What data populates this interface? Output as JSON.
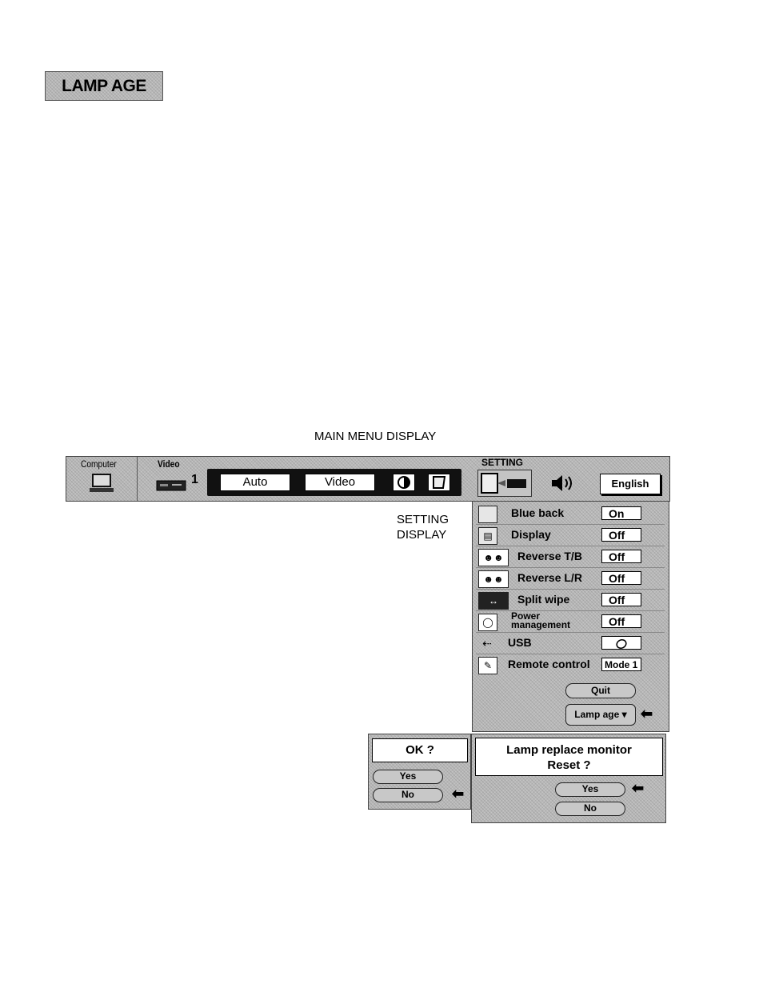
{
  "section_title": "LAMP AGE",
  "captions": {
    "main_menu": "MAIN MENU DISPLAY",
    "setting_line1": "SETTING",
    "setting_line2": "DISPLAY"
  },
  "menubar": {
    "computer_label": "Computer",
    "video_label": "Video",
    "video_number": "1",
    "auto_label": "Auto",
    "video_box_label": "Video",
    "setting_label": "SETTING",
    "language_value": "English"
  },
  "setting_rows": [
    {
      "icon": "blue-back-icon",
      "label": "Blue back",
      "value": "On"
    },
    {
      "icon": "display-icon",
      "label": "Display",
      "value": "Off"
    },
    {
      "icon": "reverse-tb-icon",
      "label": "Reverse T/B",
      "value": "Off"
    },
    {
      "icon": "reverse-lr-icon",
      "label": "Reverse L/R",
      "value": "Off"
    },
    {
      "icon": "split-wipe-icon",
      "label": "Split wipe",
      "value": "Off"
    },
    {
      "icon": "power-bulb-icon",
      "label_line1": "Power",
      "label_line2": "management",
      "value": "Off"
    },
    {
      "icon": "usb-icon",
      "label": "USB",
      "value": ""
    },
    {
      "icon": "remote-control-icon",
      "label": "Remote control",
      "value": "Mode 1"
    }
  ],
  "buttons": {
    "quit": "Quit",
    "lamp_age": "Lamp age"
  },
  "ok_dialog": {
    "title": "OK ?",
    "yes": "Yes",
    "no": "No"
  },
  "reset_dialog": {
    "line1": "Lamp replace monitor",
    "line2": "Reset ?",
    "yes": "Yes",
    "no": "No"
  }
}
